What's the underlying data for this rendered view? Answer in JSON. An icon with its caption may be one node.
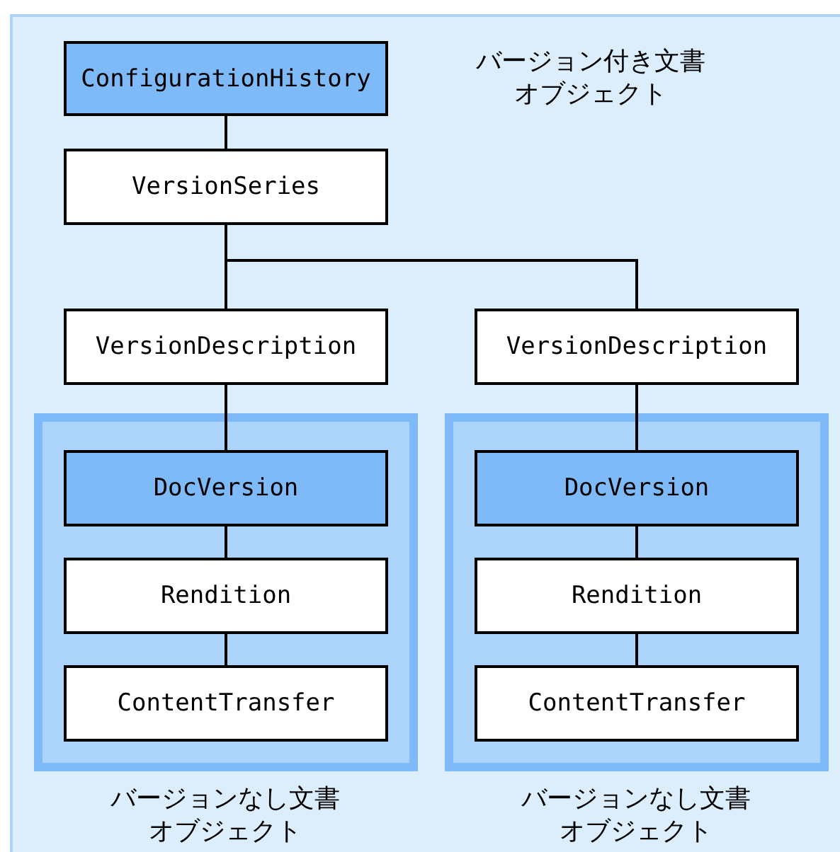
{
  "diagram": {
    "nodes": [
      {
        "text": [
          "バージョン付き文書オブジェクト"
        ]
      },
      {
        "text": [
          "ConfigurationHistory"
        ],
        "in": 0
      },
      {
        "text": [
          "VersionSeries"
        ],
        "in": 0
      },
      {
        "text": [
          "VersionDescription"
        ],
        "in": 0
      },
      {
        "text": [
          "VersionDescription"
        ],
        "in": 0
      },
      {
        "text": [
          "バージョンなし文書オブジェクト"
        ],
        "in": 0
      },
      {
        "text": [
          "DocVersion"
        ],
        "in": 5
      },
      {
        "text": [
          "Rendition"
        ],
        "in": 5
      },
      {
        "text": [
          "ContentTransfer"
        ],
        "in": 5
      },
      {
        "text": [
          "バージョンなし文書オブジェクト"
        ],
        "in": 0
      },
      {
        "text": [
          "DocVersion"
        ],
        "in": 9
      },
      {
        "text": [
          "Rendition"
        ],
        "in": 9
      },
      {
        "text": [
          "ContentTransfer"
        ],
        "in": 9
      }
    ],
    "edges": [
      {
        "from": 1,
        "to": 2,
        "arrow": "none"
      },
      {
        "from": 2,
        "to": 3,
        "arrow": "none"
      },
      {
        "from": 2,
        "to": 4,
        "arrow": "none"
      },
      {
        "from": 3,
        "to": 6,
        "arrow": "none"
      },
      {
        "from": 4,
        "to": 10,
        "arrow": "none"
      },
      {
        "from": 6,
        "to": 7,
        "arrow": "none"
      },
      {
        "from": 7,
        "to": 8,
        "arrow": "none"
      },
      {
        "from": 10,
        "to": 11,
        "arrow": "none"
      },
      {
        "from": 11,
        "to": 12,
        "arrow": "none"
      }
    ]
  }
}
